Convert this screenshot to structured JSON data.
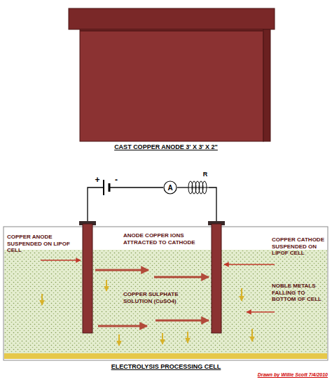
{
  "diagram": {
    "nodes": [
      {
        "text": [
          "A"
        ]
      }
    ],
    "labels": [
      "CAST COPPER ANODE 3' X 3' X 2\"",
      "+",
      "-",
      "R",
      "COPPER ANODE SUSPENDED ON LIPOF CELL",
      "ANODE COPPER IONS ATTRACTED TO CATHODE",
      "COPPER CATHODE SUSPENDED ON LIPOF CELL",
      "COPPER SULPHATE SOLUTION (CuSO4)",
      "NOBLE METALS FALLING TO BOTTOM OF CELL",
      "ELECTROLYSIS PROCESSING CELL",
      "Drawn by Willie Scott 7/4/2010"
    ]
  }
}
